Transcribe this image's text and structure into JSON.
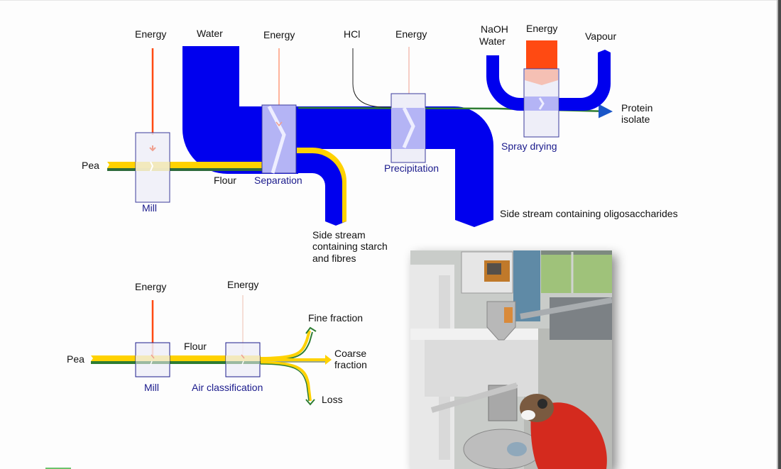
{
  "diagram": {
    "top_process": {
      "inputs": {
        "pea": "Pea",
        "water": "Water",
        "hcl": "HCl",
        "naoh_water_line1": "NaOH",
        "naoh_water_line2": "Water",
        "energy_mill": "Energy",
        "energy_separation": "Energy",
        "energy_precipitation": "Energy",
        "energy_spray": "Energy"
      },
      "steps": {
        "mill": "Mill",
        "flour": "Flour",
        "separation": "Separation",
        "precipitation": "Precipitation",
        "spray_drying": "Spray drying"
      },
      "outputs": {
        "vapour": "Vapour",
        "protein_line1": "Protein",
        "protein_line2": "isolate",
        "side_starch_line1": "Side stream",
        "side_starch_line2": "containing starch",
        "side_starch_line3": "and fibres",
        "side_oligo": "Side stream containing oligosaccharides"
      }
    },
    "bottom_process": {
      "inputs": {
        "pea": "Pea",
        "energy_mill": "Energy",
        "energy_air": "Energy"
      },
      "steps": {
        "mill": "Mill",
        "flour": "Flour",
        "air_classification": "Air classification"
      },
      "outputs": {
        "fine": "Fine fraction",
        "coarse_line1": "Coarse",
        "coarse_line2": "fraction",
        "loss": "Loss"
      }
    },
    "colors": {
      "water": "#0000ee",
      "pea_starch": "#ffd200",
      "protein": "#2e7d32",
      "energy": "#ff4a12",
      "process_box_border": "#3a3a9c",
      "process_box_fill": "#eeeef8",
      "label_process": "#1a1a8c"
    }
  },
  "photo": {
    "subject": "lab-technician-operating-air-classifier"
  }
}
